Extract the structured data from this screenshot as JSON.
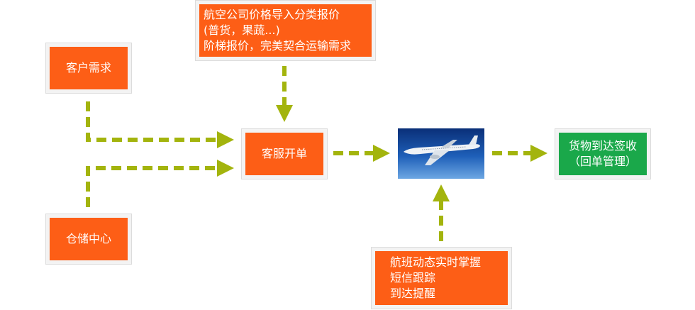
{
  "nodes": {
    "customer_demand": "客户需求",
    "warehouse": "仓储中心",
    "cs_order": "客服开单",
    "airline_pricing": {
      "line1": "航空公司价格导入分类报价",
      "line2": "(普货，果蔬...)",
      "line3": "阶梯报价，完美契合运输需求"
    },
    "tracking": {
      "line1": "航班动态实时掌握",
      "line2": "短信跟踪",
      "line3": "到达提醒"
    },
    "delivery": {
      "line1": "货物到达签收",
      "line2": "（回单管理）"
    }
  },
  "colors": {
    "orange": "#fd5e16",
    "green": "#1aa84a",
    "arrow": "#a3b40d",
    "box_frame": "#f3f3f3"
  },
  "image": {
    "icon": "airplane-photo"
  }
}
